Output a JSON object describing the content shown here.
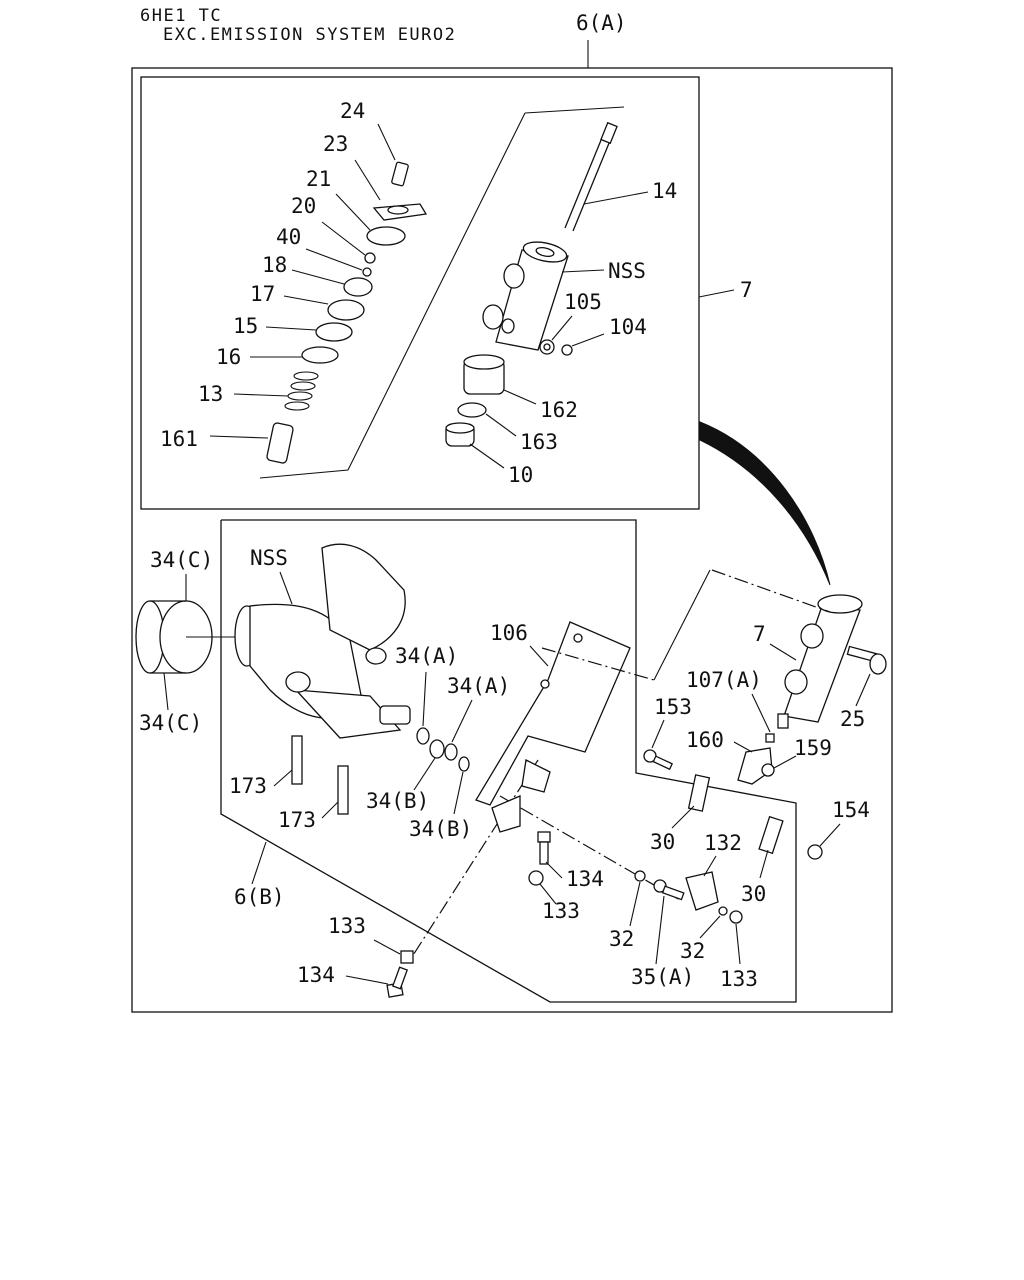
{
  "header": {
    "line1": "6HE1 TC",
    "line2": "EXC.EMISSION SYSTEM EURO2"
  },
  "assemblies": {
    "a": "6(A)",
    "b": "6(B)",
    "cyl_top": "7",
    "cyl_bottom": "7"
  },
  "labels": {
    "p24": "24",
    "p23": "23",
    "p21": "21",
    "p20": "20",
    "p40": "40",
    "p18": "18",
    "p17": "17",
    "p15": "15",
    "p16": "16",
    "p13": "13",
    "p161": "161",
    "p14": "14",
    "nss1": "NSS",
    "p105": "105",
    "p104": "104",
    "p162": "162",
    "p163": "163",
    "p10": "10",
    "p34c_top": "34(C)",
    "p34c_bot": "34(C)",
    "nss2": "NSS",
    "p106": "106",
    "p34a_1": "34(A)",
    "p34a_2": "34(A)",
    "p34b_1": "34(B)",
    "p34b_2": "34(B)",
    "p173_1": "173",
    "p173_2": "173",
    "p25": "25",
    "p107a": "107(A)",
    "p153": "153",
    "p160": "160",
    "p159": "159",
    "p154": "154",
    "p30_1": "30",
    "p30_2": "30",
    "p132": "132",
    "p134_1": "134",
    "p133_1": "133",
    "p32_1": "32",
    "p32_2": "32",
    "p35a": "35(A)",
    "p133_2": "133",
    "p133_3": "133",
    "p134_2": "134"
  }
}
